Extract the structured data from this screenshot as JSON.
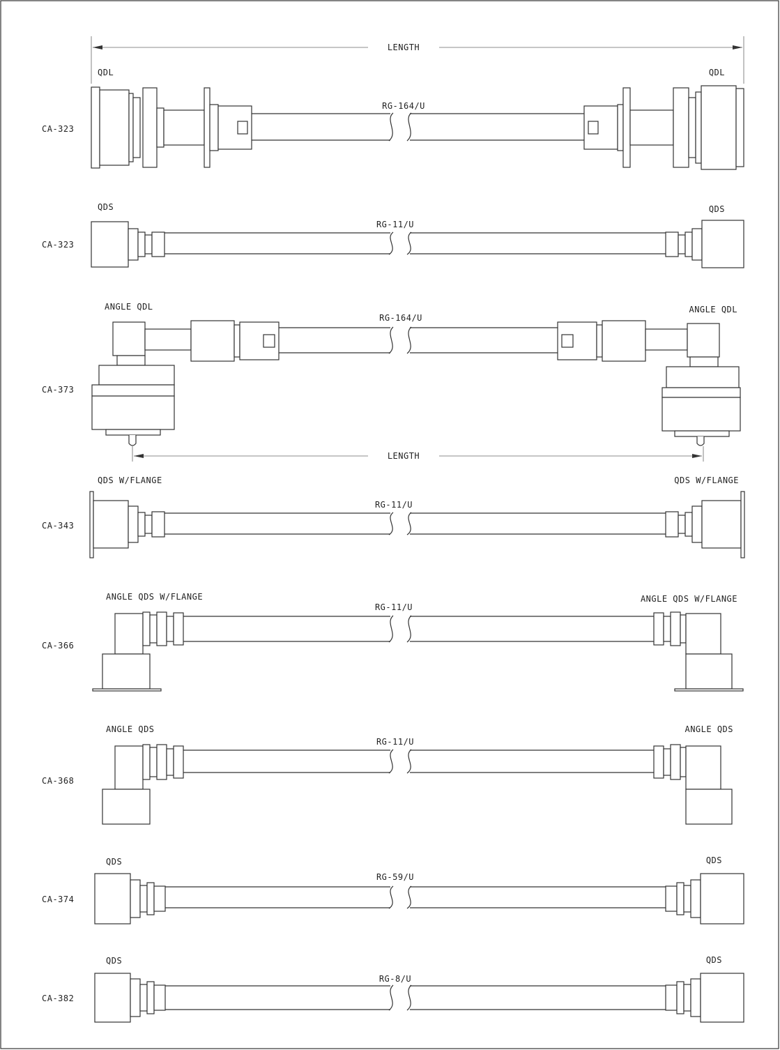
{
  "dimensions": {
    "top_length_label": "LENGTH",
    "middle_length_label": "LENGTH"
  },
  "assemblies": [
    {
      "part_number": "CA-323",
      "cable": "RG-164/U",
      "left_connector": "QDL",
      "right_connector": "QDL",
      "style": "qdl"
    },
    {
      "part_number": "CA-323",
      "cable": "RG-11/U",
      "left_connector": "QDS",
      "right_connector": "QDS",
      "style": "qds"
    },
    {
      "part_number": "CA-373",
      "cable": "RG-164/U",
      "left_connector": "ANGLE QDL",
      "right_connector": "ANGLE QDL",
      "style": "angle-qdl"
    },
    {
      "part_number": "CA-343",
      "cable": "RG-11/U",
      "left_connector": "QDS W/FLANGE",
      "right_connector": "QDS W/FLANGE",
      "style": "qds-flange"
    },
    {
      "part_number": "CA-366",
      "cable": "RG-11/U",
      "left_connector": "ANGLE QDS W/FLANGE",
      "right_connector": "ANGLE QDS W/FLANGE",
      "style": "angle-qds-flange"
    },
    {
      "part_number": "CA-368",
      "cable": "RG-11/U",
      "left_connector": "ANGLE QDS",
      "right_connector": "ANGLE QDS",
      "style": "angle-qds"
    },
    {
      "part_number": "CA-374",
      "cable": "RG-59/U",
      "left_connector": "QDS",
      "right_connector": "QDS",
      "style": "qds"
    },
    {
      "part_number": "CA-382",
      "cable": "RG-8/U",
      "left_connector": "QDS",
      "right_connector": "QDS",
      "style": "qds"
    }
  ]
}
